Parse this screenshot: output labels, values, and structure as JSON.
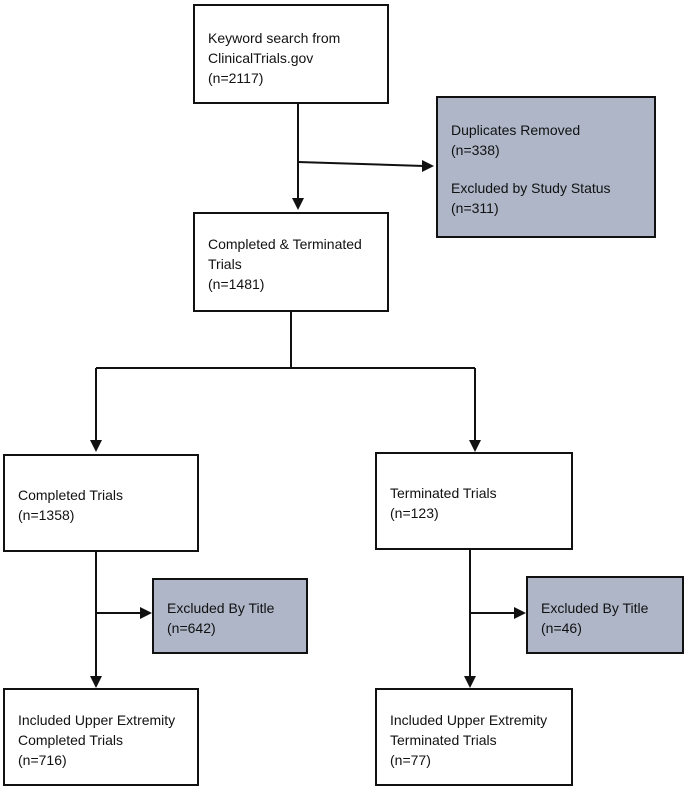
{
  "boxes": {
    "keyword_search": {
      "title_lines": [
        "Keyword search from",
        "ClinicalTrials.gov"
      ],
      "count": "(n=2117)"
    },
    "exclusions_top": {
      "duplicates_label": "Duplicates Removed",
      "duplicates_count": "(n=338)",
      "status_label": "Excluded by Study Status",
      "status_count": "(n=311)"
    },
    "completed_terminated": {
      "title_lines": [
        "Completed & Terminated",
        "Trials"
      ],
      "count": "(n=1481)"
    },
    "completed": {
      "title": "Completed Trials",
      "count": "(n=1358)"
    },
    "terminated": {
      "title": "Terminated Trials",
      "count": "(n=123)"
    },
    "excluded_title_completed": {
      "title": "Excluded By Title",
      "count": "(n=642)"
    },
    "excluded_title_terminated": {
      "title": "Excluded By Title",
      "count": "(n=46)"
    },
    "included_completed": {
      "title_lines": [
        "Included Upper Extremity",
        "Completed Trials"
      ],
      "count": "(n=716)"
    },
    "included_terminated": {
      "title_lines": [
        "Included Upper Extremity",
        "Terminated Trials"
      ],
      "count": "(n=77)"
    }
  },
  "colors": {
    "shaded_box": "#aeb6c8",
    "border": "#111111",
    "background": "#ffffff"
  }
}
